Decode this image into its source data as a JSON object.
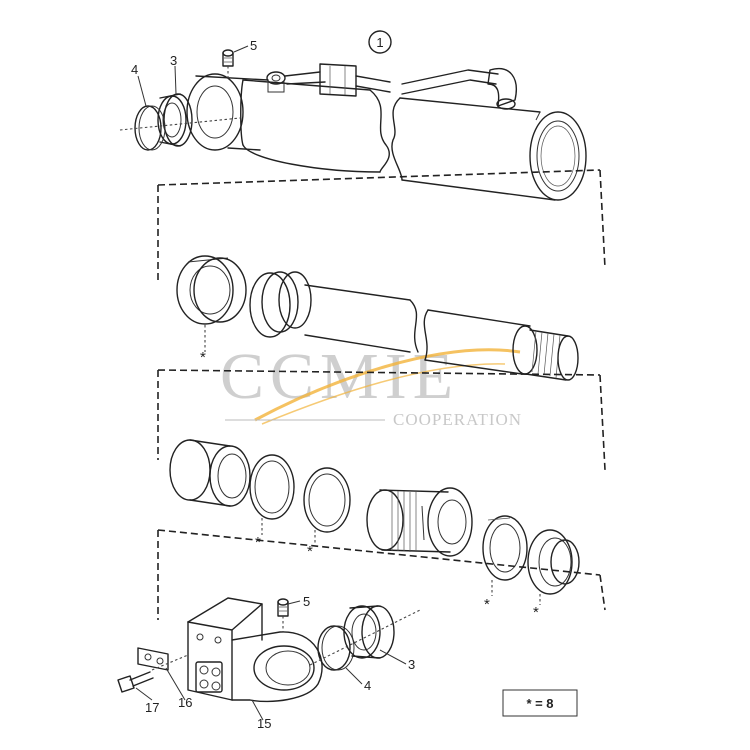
{
  "diagram": {
    "figure_number": "1",
    "legend": "* = 8",
    "asterisk_mark": "*",
    "watermark": {
      "brand": "CCMIE",
      "subtitle": "COOPERATION",
      "accent_color": "#f2b33a"
    },
    "callouts": [
      {
        "id": "c4-top",
        "text": "4"
      },
      {
        "id": "c3-top",
        "text": "3"
      },
      {
        "id": "c5-top",
        "text": "5"
      },
      {
        "id": "c5-bottom",
        "text": "5"
      },
      {
        "id": "c3-bottom",
        "text": "3"
      },
      {
        "id": "c4-bottom",
        "text": "4"
      },
      {
        "id": "c17",
        "text": "17"
      },
      {
        "id": "c16",
        "text": "16"
      },
      {
        "id": "c15",
        "text": "15"
      }
    ]
  }
}
